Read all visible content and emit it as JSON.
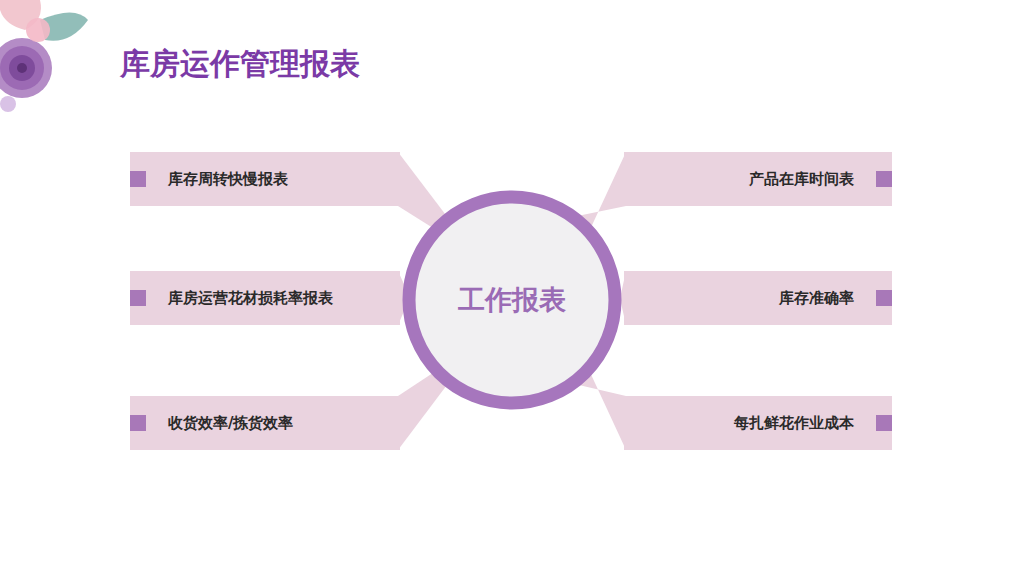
{
  "diagram": {
    "title": "库房运作管理报表",
    "nodes": [
      {
        "text": [
          "工作报表"
        ]
      },
      {
        "text": [
          "库存周转快慢报表"
        ]
      },
      {
        "text": [
          "产品在库时间表"
        ]
      },
      {
        "text": [
          "库房运营花材损耗率报表"
        ]
      },
      {
        "text": [
          "库存准确率"
        ]
      },
      {
        "text": [
          "收货效率/拣货效率"
        ]
      },
      {
        "text": [
          "每扎鲜花作业成本"
        ]
      }
    ],
    "edges": [
      {
        "from": 1,
        "to": 0,
        "arrow": "none"
      },
      {
        "from": 2,
        "to": 0,
        "arrow": "none"
      },
      {
        "from": 3,
        "to": 0,
        "arrow": "none"
      },
      {
        "from": 4,
        "to": 0,
        "arrow": "none"
      },
      {
        "from": 5,
        "to": 0,
        "arrow": "none"
      },
      {
        "from": 6,
        "to": 0,
        "arrow": "none"
      }
    ]
  }
}
